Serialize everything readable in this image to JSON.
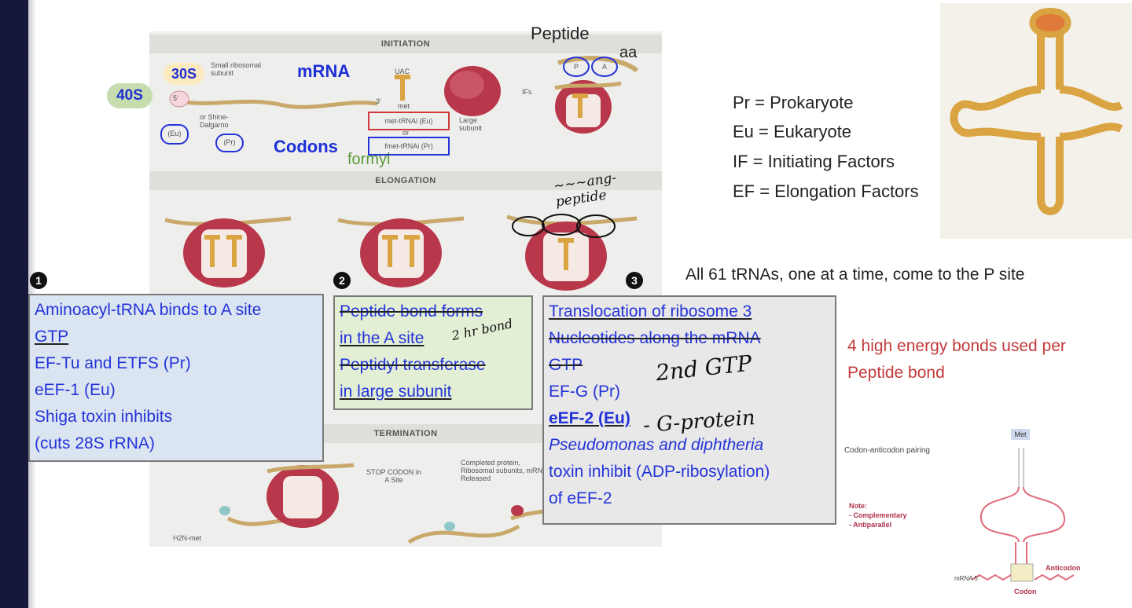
{
  "diagram": {
    "sections": {
      "initiation": "INITIATION",
      "elongation": "ELONGATION",
      "termination": "TERMINATION"
    },
    "labels": {
      "peptide": "Peptide",
      "aa": "aa",
      "s30": "30S",
      "s40": "40S",
      "small_subunit": "Small ribosomal subunit",
      "mrna": "mRNA",
      "codons": "Codons",
      "formyl": "formyl",
      "five_prime": "5'",
      "three_prime": "3'",
      "eu_circle": "(Eu)",
      "pr_circle": "(Pr)",
      "shine_dalgarno": "or Shine-Dalgarno",
      "uac": "UAC",
      "met": "met",
      "met_trna_eu": "met-tRNAi (Eu)",
      "or": "or",
      "fmet_trna_pr": "fmet-tRNAi (Pr)",
      "large_subunit": "Large subunit",
      "ifs": "IFs",
      "p_site": "P",
      "a_site": "A",
      "handwriting_peptide": "~~~ang-peptide",
      "stop_codon": "STOP CODON in A Site",
      "completed_protein": "Completed protein, Ribosomal subunits, mRNA Released",
      "h2n_met": "H2N-met"
    },
    "legend": [
      "Pr = Prokaryote",
      "Eu = Eukaryote",
      "IF = Initiating Factors",
      "EF = Elongation Factors"
    ],
    "trna_note": "All 61 tRNAs, one at a time, come to the P site",
    "energy_note_1": "4 high energy bonds used per",
    "energy_note_2": "Peptide bond",
    "codon_anticodon": {
      "title": "Codon-anticodon pairing",
      "note_title": "Note:",
      "note_1": "- Complementary",
      "note_2": "- Antiparallel",
      "anticodon": "Anticodon",
      "codon": "Codon",
      "mrna": "mRNA 5'",
      "top": "Met"
    },
    "box1": {
      "num": "1",
      "lines": [
        "Aminoacyl-tRNA binds to A site",
        "GTP",
        "EF-Tu and ETFS (Pr)",
        "eEF-1 (Eu)",
        "Shiga toxin inhibits",
        "(cuts 28S rRNA)"
      ]
    },
    "box2": {
      "num": "2",
      "lines": [
        "Peptide bond forms",
        "in the A site",
        "Peptidyl transferase",
        "in large subunit"
      ],
      "hand": "2 hr bond"
    },
    "box3": {
      "num": "3",
      "lines": [
        "Translocation of ribosome 3",
        "Nucleotides along the mRNA",
        "GTP",
        "EF-G (Pr)",
        "eEF-2 (Eu)",
        "Pseudomonas and diphtheria",
        "toxin inhibit (ADP-ribosylation)",
        "of eEF-2"
      ],
      "hand_gtp": "2nd GTP",
      "hand_gprotein": "- G-protein"
    },
    "colors": {
      "ribosome": "#b8374a",
      "mrna": "#c9a96a",
      "label_blue": "#1e2fd6",
      "text_blue": "#2433d8",
      "energy_red": "#c23a3a",
      "trna_gold": "#d9a441"
    }
  }
}
